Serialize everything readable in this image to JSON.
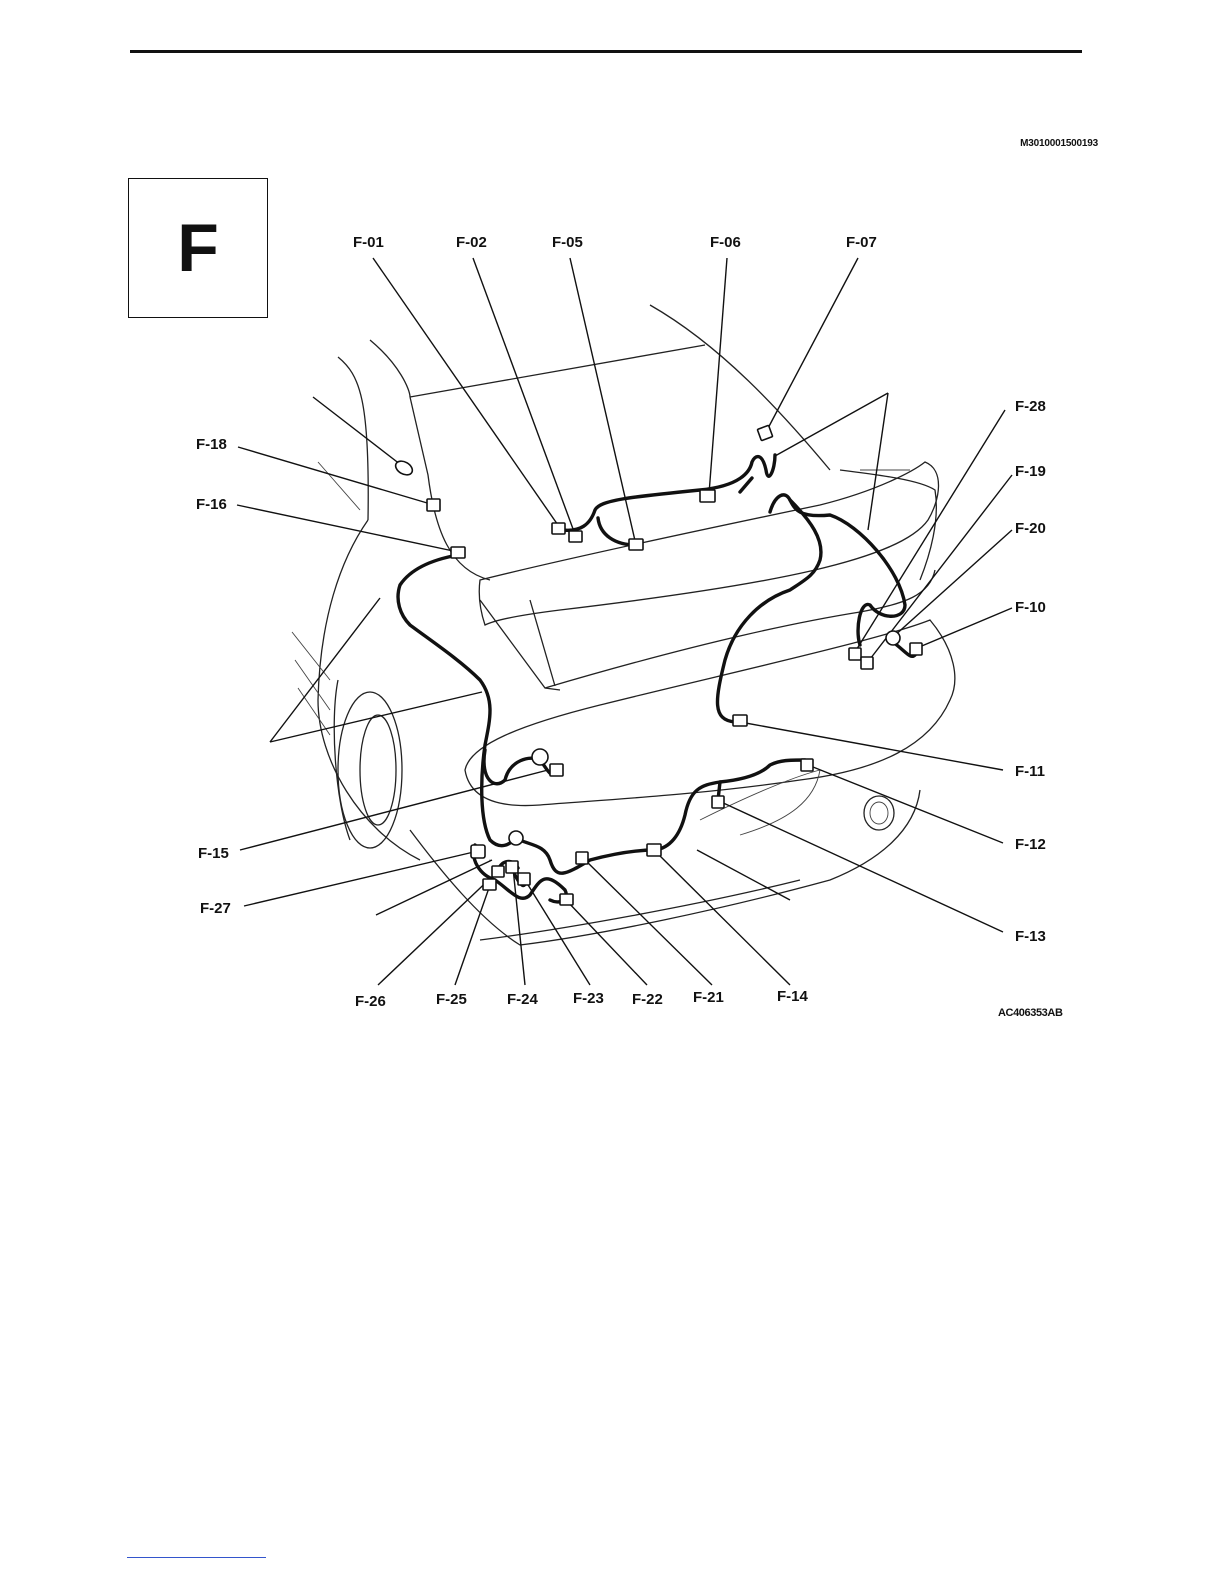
{
  "document_code": "M3010001500193",
  "section_letter": "F",
  "figure_code": "AC406353AB",
  "connectors": [
    {
      "id": "f01",
      "label": "F-01"
    },
    {
      "id": "f02",
      "label": "F-02"
    },
    {
      "id": "f05",
      "label": "F-05"
    },
    {
      "id": "f06",
      "label": "F-06"
    },
    {
      "id": "f07",
      "label": "F-07"
    },
    {
      "id": "f28",
      "label": "F-28"
    },
    {
      "id": "f19",
      "label": "F-19"
    },
    {
      "id": "f20",
      "label": "F-20"
    },
    {
      "id": "f10",
      "label": "F-10"
    },
    {
      "id": "f11",
      "label": "F-11"
    },
    {
      "id": "f12",
      "label": "F-12"
    },
    {
      "id": "f13",
      "label": "F-13"
    },
    {
      "id": "f14",
      "label": "F-14"
    },
    {
      "id": "f21",
      "label": "F-21"
    },
    {
      "id": "f22",
      "label": "F-22"
    },
    {
      "id": "f23",
      "label": "F-23"
    },
    {
      "id": "f24",
      "label": "F-24"
    },
    {
      "id": "f25",
      "label": "F-25"
    },
    {
      "id": "f26",
      "label": "F-26"
    },
    {
      "id": "f27",
      "label": "F-27"
    },
    {
      "id": "f15",
      "label": "F-15"
    },
    {
      "id": "f16",
      "label": "F-16"
    },
    {
      "id": "f18",
      "label": "F-18"
    }
  ]
}
